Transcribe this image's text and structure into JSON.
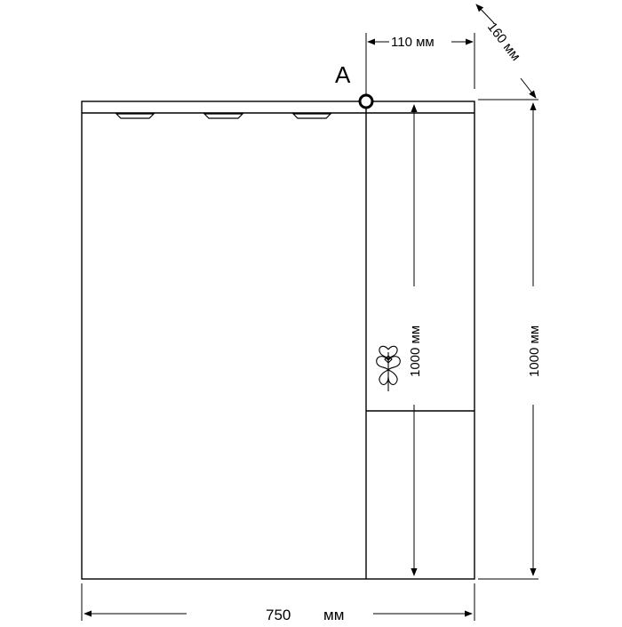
{
  "marker": {
    "label": "A"
  },
  "dimensions": {
    "top_width": "110 мм",
    "depth": "160 мм",
    "inner_height": "1000 мм",
    "outer_height": "1000 мм",
    "total_width_value": "750",
    "total_width_unit": "мм"
  },
  "colors": {
    "stroke": "#000000",
    "background": "#ffffff"
  }
}
